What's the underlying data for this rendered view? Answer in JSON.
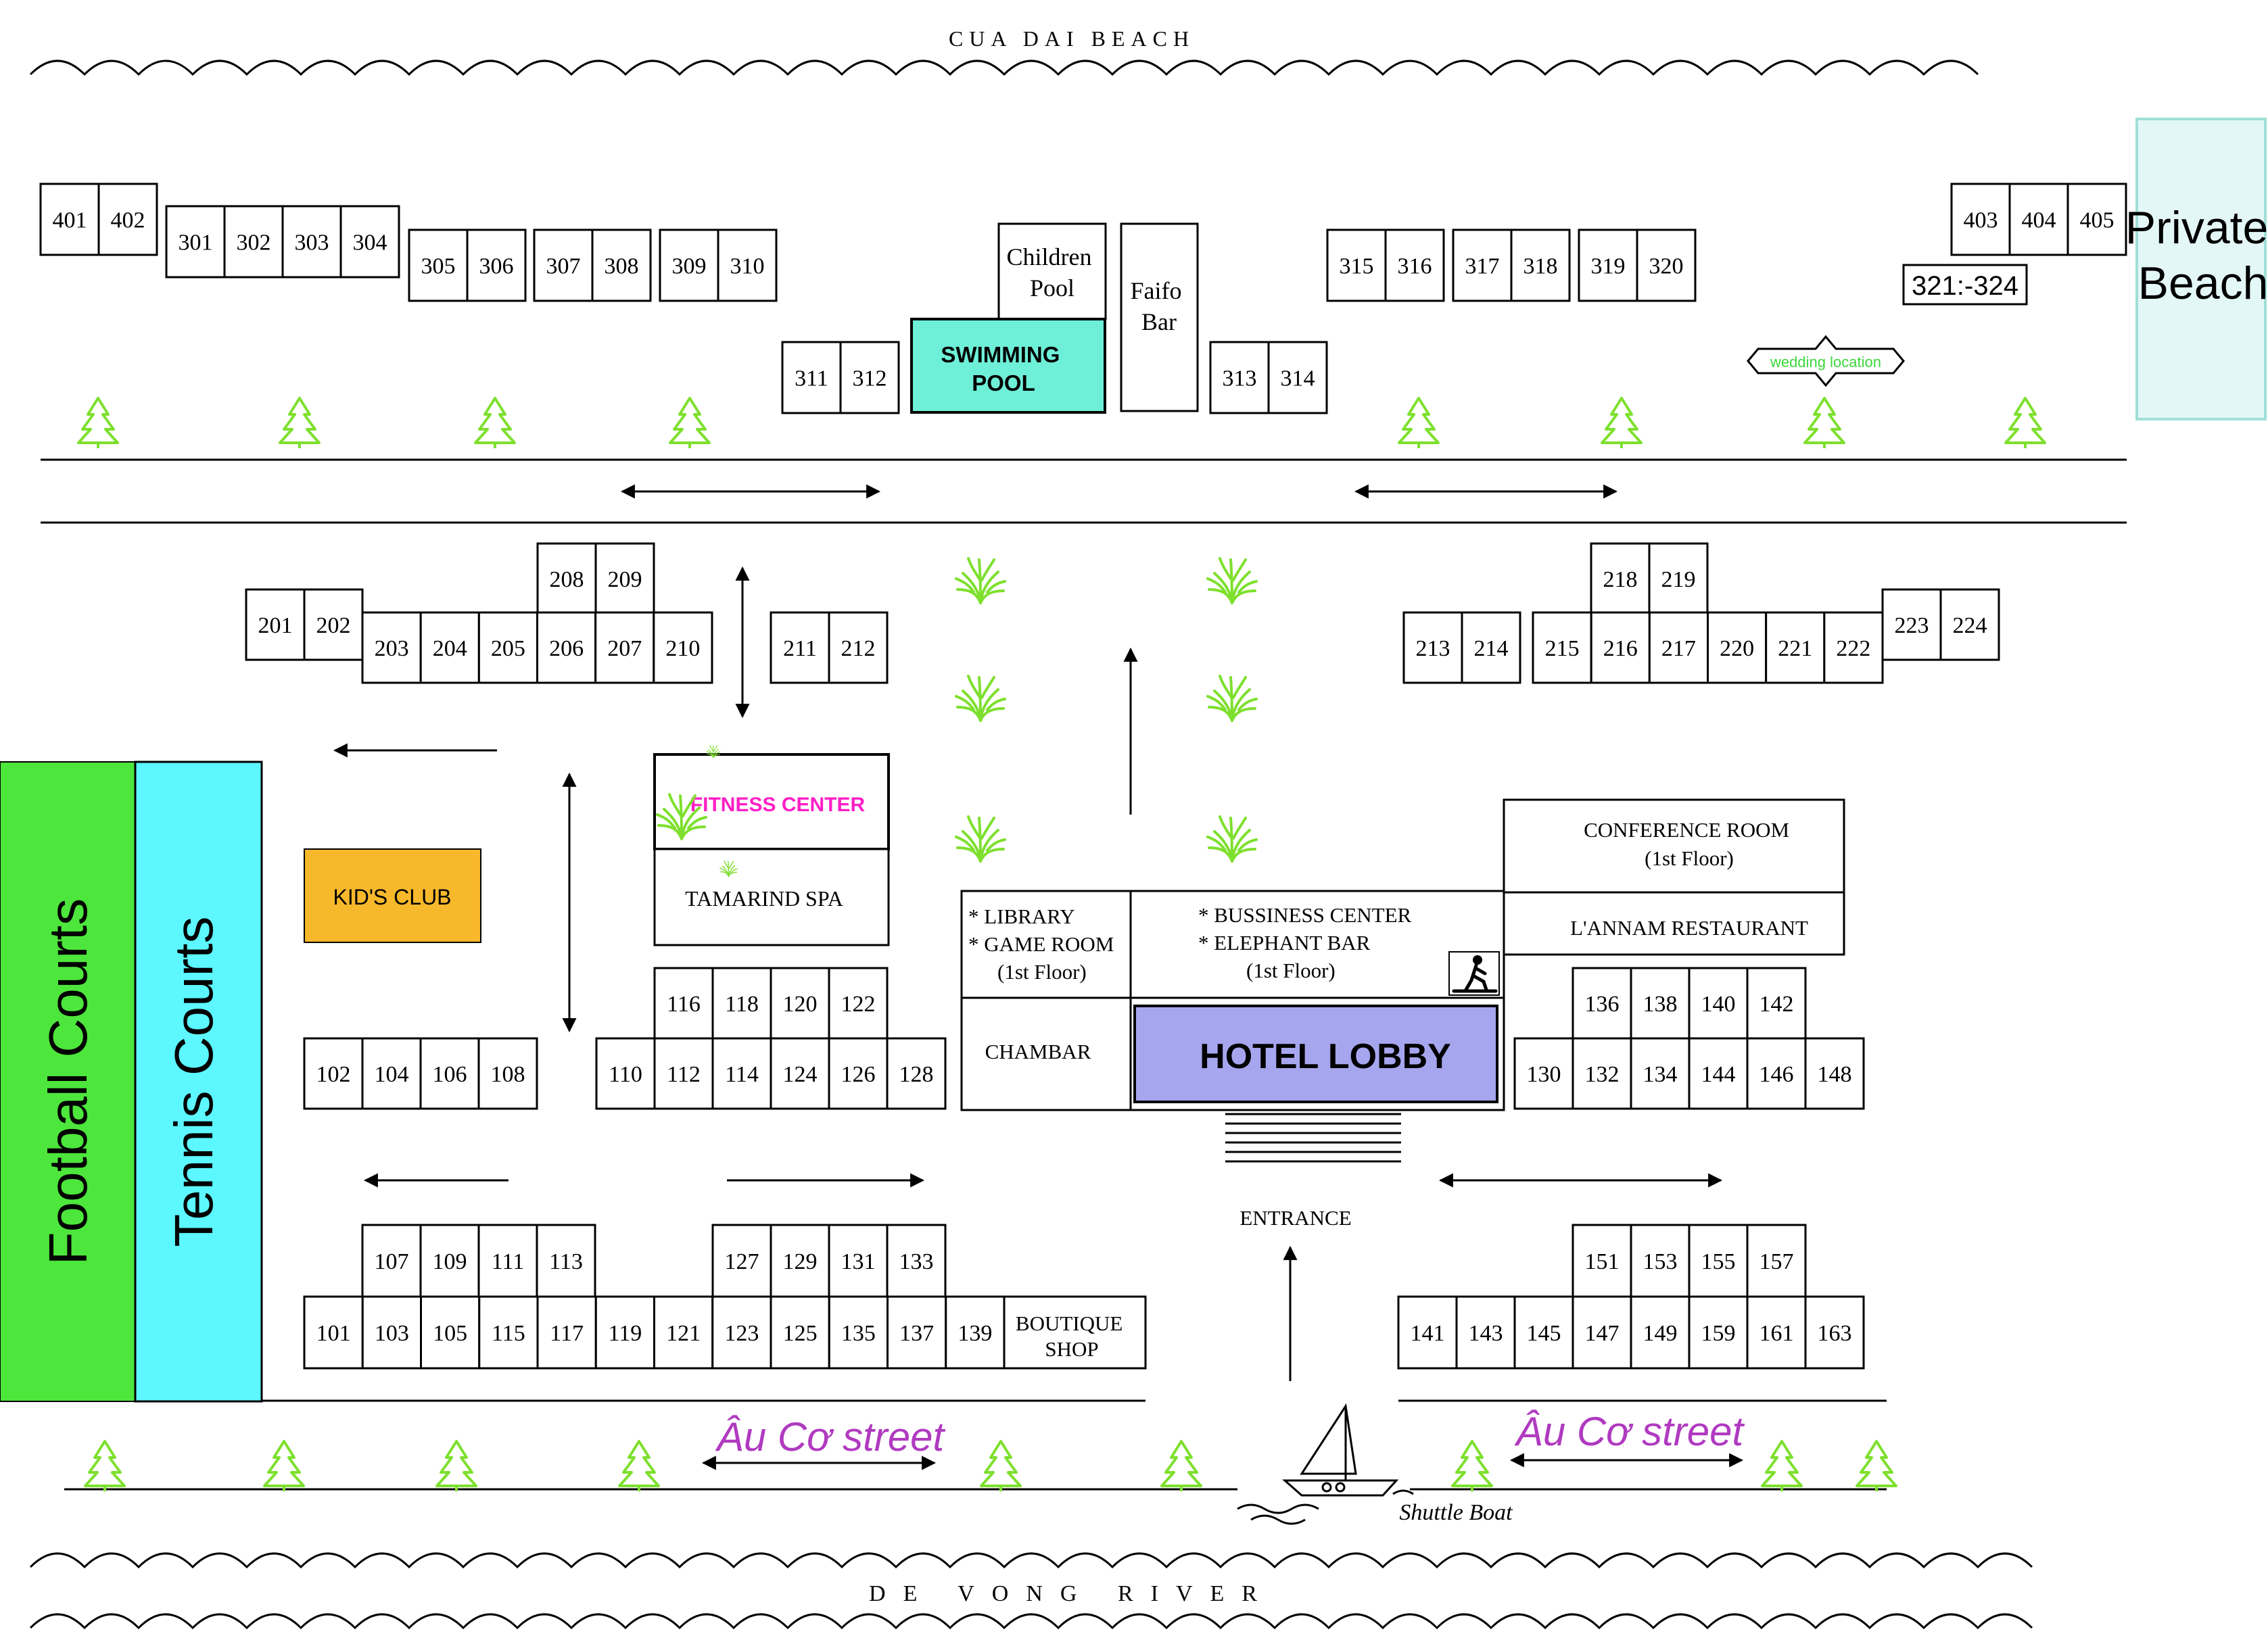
{
  "labels": {
    "beach": "CUA DAI BEACH",
    "river": "DE VONG RIVER",
    "private_beach_l1": "Private",
    "private_beach_l2": "Beach",
    "football": "Football Courts",
    "tennis": "Tennis Courts",
    "kids_club": "KID'S CLUB",
    "fitness": "FITNESS CENTER",
    "spa": "TAMARIND SPA",
    "children_pool_l1": "Children",
    "children_pool_l2": "Pool",
    "faifo_l1": "Faifo",
    "faifo_l2": "Bar",
    "swimming_l1": "SWIMMING",
    "swimming_l2": "POOL",
    "rooms_321_324": "321:-324",
    "wedding": "wedding location",
    "conference_l1": "CONFERENCE ROOM",
    "conference_l2": "(1st Floor)",
    "restaurant": "L'ANNAM RESTAURANT",
    "library_l1": "* LIBRARY",
    "library_l2": "* GAME ROOM",
    "library_l3": "(1st Floor)",
    "business_l1": "* BUSSINESS CENTER",
    "business_l2": "* ELEPHANT BAR",
    "business_l3": "(1st Floor)",
    "chambar": "CHAMBAR",
    "lobby": "HOTEL LOBBY",
    "entrance": "ENTRANCE",
    "boutique_l1": "BOUTIQUE",
    "boutique_l2": "SHOP",
    "street": "Âu Cơ street",
    "shuttle": "Shuttle Boat"
  },
  "colors": {
    "football": "#4de63c",
    "tennis": "#5cf7ff",
    "kids": "#f7b82b",
    "pool": "#6ef0d8",
    "lobby": "#a6a6ef",
    "private_beach": "#e4f7f7",
    "fitness_text": "#ff1fc6",
    "street": "#b03ac0",
    "tree": "#7ee02e",
    "wedding": "#3bd83b"
  },
  "rooms": {
    "r400a": [
      "401",
      "402"
    ],
    "r300a": [
      "301",
      "302",
      "303",
      "304"
    ],
    "r300b": [
      "305",
      "306"
    ],
    "r300c": [
      "307",
      "308"
    ],
    "r300d": [
      "309",
      "310"
    ],
    "r311": [
      "311",
      "312"
    ],
    "r313": [
      "313",
      "314"
    ],
    "r315": [
      "315",
      "316"
    ],
    "r317": [
      "317",
      "318"
    ],
    "r319": [
      "319",
      "320"
    ],
    "r400b": [
      "403",
      "404",
      "405"
    ],
    "r201": [
      "201",
      "202"
    ],
    "r208": [
      "208",
      "209"
    ],
    "r203": [
      "203",
      "204",
      "205",
      "206",
      "207",
      "210"
    ],
    "r211": [
      "211",
      "212"
    ],
    "r213": [
      "213",
      "214"
    ],
    "r218": [
      "218",
      "219"
    ],
    "r215": [
      "215",
      "216",
      "217",
      "220",
      "221",
      "222"
    ],
    "r223": [
      "223",
      "224"
    ],
    "r116": [
      "116",
      "118",
      "120",
      "122"
    ],
    "r110": [
      "110",
      "112",
      "114",
      "124",
      "126",
      "128"
    ],
    "r102": [
      "102",
      "104",
      "106",
      "108"
    ],
    "r136": [
      "136",
      "138",
      "140",
      "142"
    ],
    "r130": [
      "130",
      "132",
      "134",
      "144",
      "146",
      "148"
    ],
    "r107": [
      "107",
      "109",
      "111",
      "113"
    ],
    "r127": [
      "127",
      "129",
      "131",
      "133"
    ],
    "r101": [
      "101",
      "103",
      "105",
      "115",
      "117",
      "119",
      "121",
      "123",
      "125",
      "135",
      "137",
      "139"
    ],
    "r151": [
      "151",
      "153",
      "155",
      "157"
    ],
    "r141": [
      "141",
      "143",
      "145",
      "147",
      "149",
      "159",
      "161",
      "163"
    ]
  }
}
